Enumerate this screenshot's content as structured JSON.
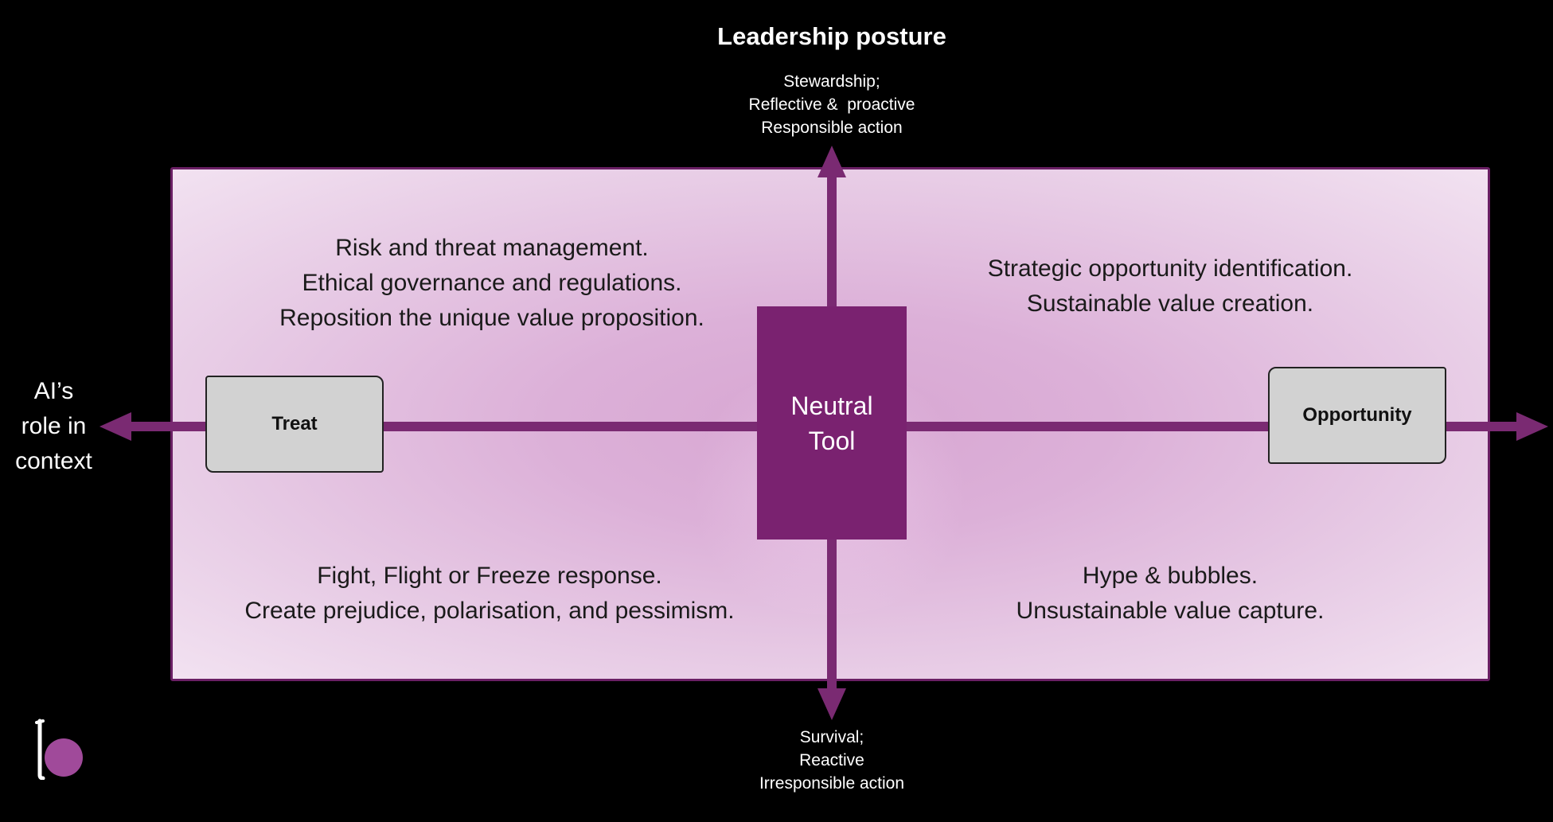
{
  "title": "Leadership posture",
  "top_axis": [
    "Stewardship;",
    "Reflective &  proactive",
    "Responsible action"
  ],
  "bottom_axis": [
    "Survival;",
    "Reactive",
    "Irresponsible action"
  ],
  "left_axis": [
    "AI’s",
    "role in",
    "context"
  ],
  "center": "Neutral\nTool",
  "tags": {
    "left": "Treat",
    "right": "Opportunity"
  },
  "quadrants": {
    "top_left": [
      "Risk and threat management.",
      "Ethical governance and regulations.",
      "Reposition the unique value proposition."
    ],
    "top_right": [
      "Strategic opportunity identification.",
      "Sustainable value creation."
    ],
    "bottom_left": [
      "Fight, Flight or Freeze response.",
      "Create prejudice, polarisation, and pessimism."
    ],
    "bottom_right": [
      "Hype & bubbles.",
      "Unsustainable value capture."
    ]
  },
  "colors": {
    "accent": "#7a2270",
    "background": "#000000"
  },
  "logo_icon": "b-logo-icon"
}
